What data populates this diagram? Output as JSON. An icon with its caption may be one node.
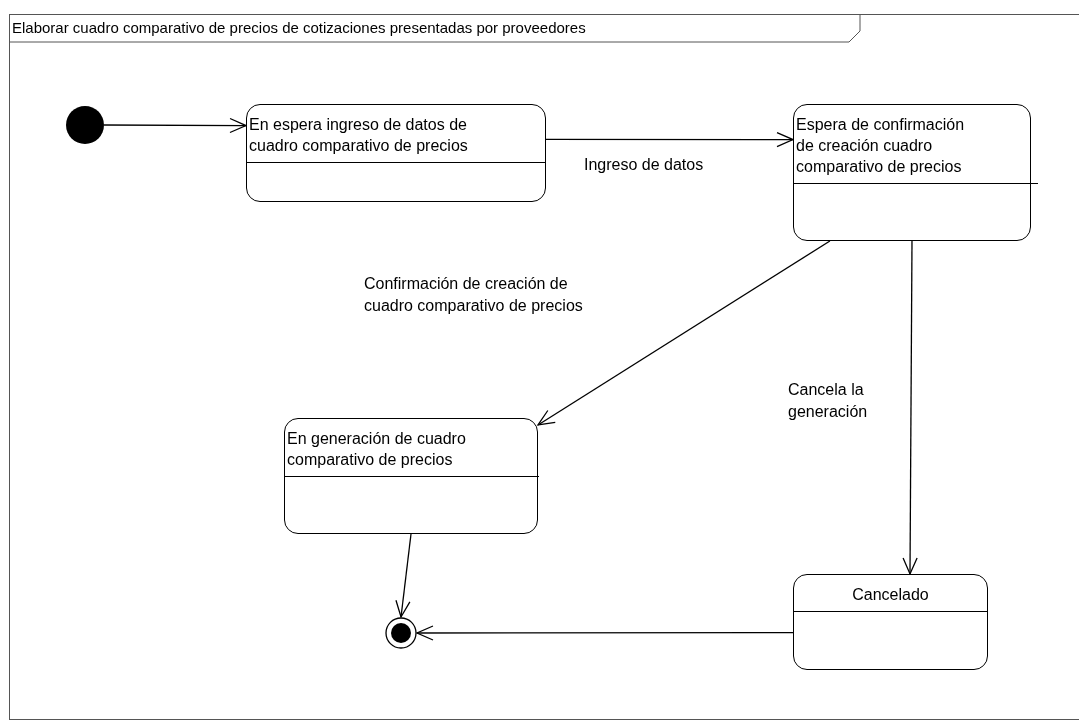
{
  "diagram": {
    "title": "Elaborar cuadro comparativo de precios de cotizaciones presentadas por proveedores",
    "nodes": [
      {
        "text": [],
        "shape": "circle"
      },
      {
        "text": [
          "En espera ingreso de datos de cuadro comparativo de precios"
        ]
      },
      {
        "text": [
          "Espera de confirmación de creación cuadro comparativo de precios"
        ]
      },
      {
        "text": [
          "En generación de cuadro comparativo de precios"
        ]
      },
      {
        "text": [
          "Cancelado"
        ]
      },
      {
        "text": [],
        "shape": "final-state"
      }
    ],
    "edges": [
      {
        "from": 0,
        "to": 1,
        "arrow": "to"
      },
      {
        "from": 1,
        "to": 2,
        "arrow": "to",
        "label": "Ingreso de datos"
      },
      {
        "from": 2,
        "to": 3,
        "arrow": "to",
        "label": "Confirmación de creación de cuadro comparativo de precios"
      },
      {
        "from": 2,
        "to": 4,
        "arrow": "to",
        "label": "Cancela la generación"
      },
      {
        "from": 3,
        "to": 5,
        "arrow": "to"
      },
      {
        "from": 4,
        "to": 5,
        "arrow": "to"
      }
    ]
  }
}
